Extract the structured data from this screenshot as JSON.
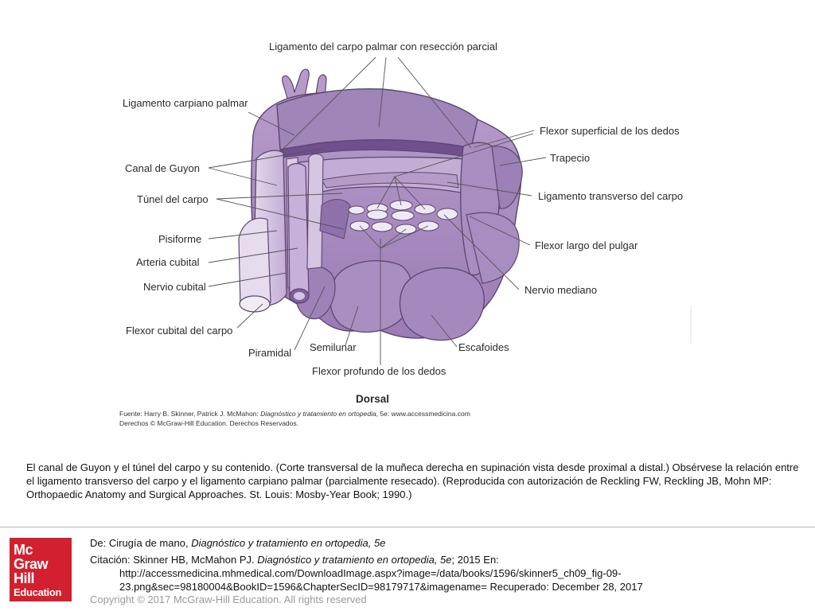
{
  "figure": {
    "labels": {
      "lig_carpo_palmar_reseccion": "Ligamento del carpo palmar con resección parcial",
      "lig_carpiano_palmar": "Ligamento carpiano palmar",
      "flexor_superficial": "Flexor superficial de los dedos",
      "trapecio": "Trapecio",
      "canal_guyon": "Canal de Guyon",
      "tunel_carpo": "Túnel del carpo",
      "lig_transverso": "Ligamento transverso del carpo",
      "pisiforme": "Pisiforme",
      "flexor_largo_pulgar": "Flexor largo del pulgar",
      "arteria_cubital": "Arteria cubital",
      "nervio_cubital": "Nervio cubital",
      "nervio_mediano": "Nervio mediano",
      "flexor_cubital_carpo": "Flexor cubital del carpo",
      "escafoides": "Escafoides",
      "semilunar": "Semilunar",
      "piramidal": "Piramidal",
      "flexor_profundo": "Flexor profundo de los dedos",
      "dorsal": "Dorsal"
    },
    "credit_line1_prefix": "Fuente: Harry B. Skinner, Patrick J. McMahon: ",
    "credit_line1_title": "Diagnóstico y tratamiento en ortopedia",
    "credit_line1_suffix": ", 5e: www.accessmedicina.com",
    "credit_line2": "Derechos © McGraw-Hill Education. Derechos Reservados."
  },
  "caption": "El canal de Guyon y el túnel del carpo y su contenido. (Corte transversal de la muñeca derecha en supinación vista desde proximal a distal.) Obsérvese la relación entre el ligamento transverso del carpo y el ligamento carpiano palmar (parcialmente resecado). (Reproducida con autorización de Reckling FW, Reckling JB, Mohn MP: Orthopaedic Anatomy and Surgical Approaches. St. Louis: Mosby-Year Book; 1990.)",
  "logo": {
    "line1": "Mc",
    "line2": "Graw",
    "line3": "Hill",
    "line4": "Education",
    "bg_color": "#d2202f"
  },
  "source": {
    "from_prefix": "De: Cirugía de mano, ",
    "from_title": "Diagnóstico y tratamiento en ortopedia, 5e",
    "citation_prefix": "Citación: Skinner HB, McMahon PJ. ",
    "citation_title": "Diagnóstico y tratamiento en ortopedia, 5e",
    "citation_suffix": "; 2015 En:",
    "url_line1": "http://accessmedicina.mhmedical.com/DownloadImage.aspx?image=/data/books/1596/skinner5_ch09_fig-09-",
    "url_line2": "23.png&sec=98180004&BookID=1596&ChapterSecID=98179717&imagename= Recuperado: December 28, 2017"
  },
  "copyright": "Copyright © 2017 McGraw-Hill Education. All rights reserved",
  "colors": {
    "tissue_light": "#c9b4d6",
    "tissue_mid": "#ad93c3",
    "tissue_dark": "#8c6ea8",
    "tendon": "#ebe4f0",
    "outline": "#5b4670"
  }
}
